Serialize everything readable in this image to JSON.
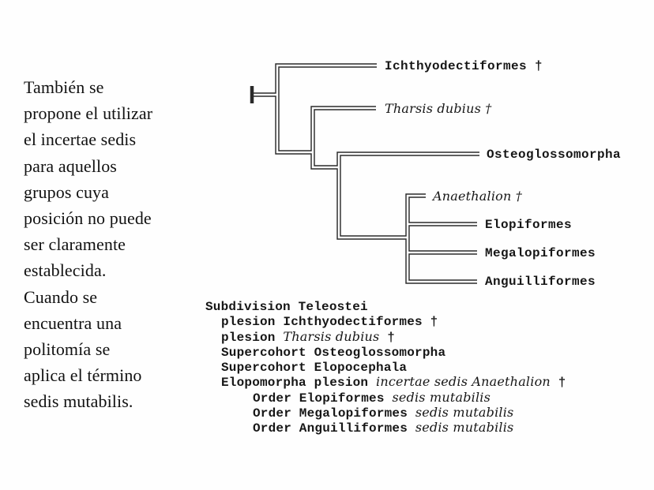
{
  "slide": {
    "background": "#fefefe",
    "line_color": "#2a2a2a",
    "text_color": "#141414"
  },
  "paragraph": {
    "lines": [
      "También se",
      "propone el utilizar",
      "el incertae sedis",
      "para aquellos",
      "grupos cuya",
      "posición no puede",
      "ser claramente",
      "establecida.",
      "Cuando se",
      "encuentra una",
      "politomía se",
      "aplica el término",
      "sedis mutabilis."
    ]
  },
  "tree": {
    "type": "cladogram",
    "topology": "(Ichthyodectiformes,(Tharsis dubius,(Osteoglossomorpha,(Anaethalion,Elopiformes,Megalopiformes,Anguilliformes))))",
    "taxa": [
      {
        "label": "Ichthyodectiformes †",
        "italic": false,
        "extinct": true
      },
      {
        "label": "Tharsis dubius †",
        "italic": true,
        "extinct": true
      },
      {
        "label": "Osteoglossomorpha",
        "italic": false,
        "extinct": false
      },
      {
        "label": "Anaethalion †",
        "italic": true,
        "extinct": true
      },
      {
        "label": "Elopiformes",
        "italic": false,
        "extinct": false
      },
      {
        "label": "Megalopiformes",
        "italic": false,
        "extinct": false
      },
      {
        "label": "Anguilliformes",
        "italic": false,
        "extinct": false
      }
    ]
  },
  "classification": {
    "lines": [
      {
        "indent": 0,
        "pre": "Subdivision Teleostei",
        "it": "",
        "post": ""
      },
      {
        "indent": 1,
        "pre": "plesion Ichthyodectiformes †",
        "it": "",
        "post": ""
      },
      {
        "indent": 1,
        "pre": "plesion ",
        "it": "Tharsis dubius",
        "post": " †"
      },
      {
        "indent": 1,
        "pre": "Supercohort Osteoglossomorpha",
        "it": "",
        "post": ""
      },
      {
        "indent": 1,
        "pre": "Supercohort Elopocephala",
        "it": "",
        "post": ""
      },
      {
        "indent": 1,
        "pre": "Elopomorpha plesion ",
        "it": "incertae sedis Anaethalion",
        "post": " †"
      },
      {
        "indent": 2,
        "pre": "Order Elopiformes ",
        "it": "sedis mutabilis",
        "post": ""
      },
      {
        "indent": 2,
        "pre": "Order Megalopiformes ",
        "it": "sedis mutabilis",
        "post": ""
      },
      {
        "indent": 2,
        "pre": "Order Anguilliformes ",
        "it": "sedis mutabilis",
        "post": ""
      }
    ]
  }
}
